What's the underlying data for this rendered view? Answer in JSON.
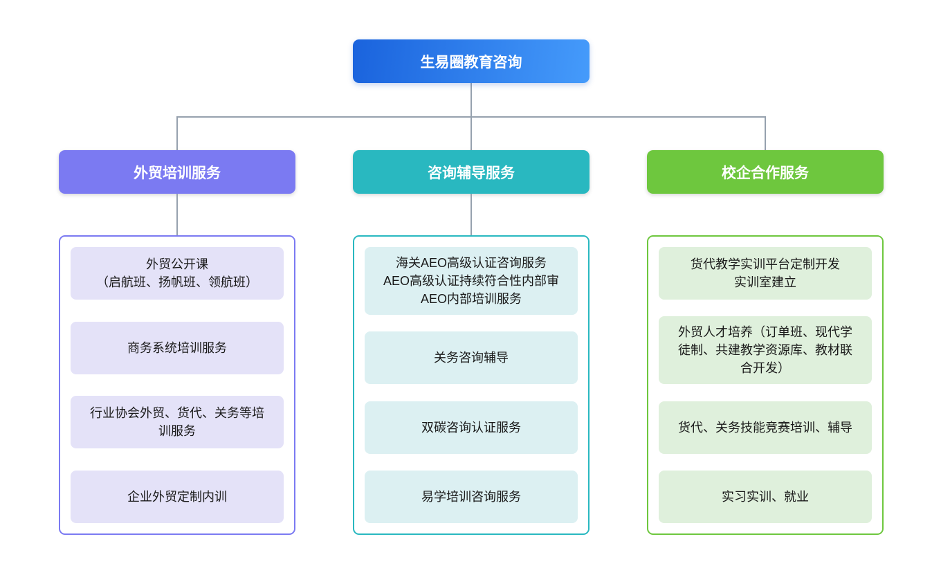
{
  "root": {
    "label": "生易圈教育咨询",
    "gradient_start": "#1a63dd",
    "gradient_end": "#459bfb"
  },
  "connector_color": "#96a1ae",
  "branches": [
    {
      "label": "外贸培训服务",
      "accent": "#7b7af2",
      "item_bg": "#e4e2f8",
      "items": [
        "外贸公开课\n（启航班、扬帆班、领航班）",
        "商务系统培训服务",
        "行业协会外贸、货代、关务等培\n训服务",
        "企业外贸定制内训"
      ]
    },
    {
      "label": "咨询辅导服务",
      "accent": "#29b8c0",
      "item_bg": "#dcf0f2",
      "items": [
        "海关AEO高级认证咨询服务\nAEO高级认证持续符合性内部审\nAEO内部培训服务",
        "关务咨询辅导",
        "双碳咨询认证服务",
        "易学培训咨询服务"
      ]
    },
    {
      "label": "校企合作服务",
      "accent": "#6ec73e",
      "item_bg": "#dff0dc",
      "items": [
        "货代教学实训平台定制开发\n实训室建立",
        "外贸人才培养（订单班、现代学\n徒制、共建教学资源库、教材联\n合开发）",
        "货代、关务技能竞赛培训、辅导",
        "实习实训、就业"
      ]
    }
  ]
}
